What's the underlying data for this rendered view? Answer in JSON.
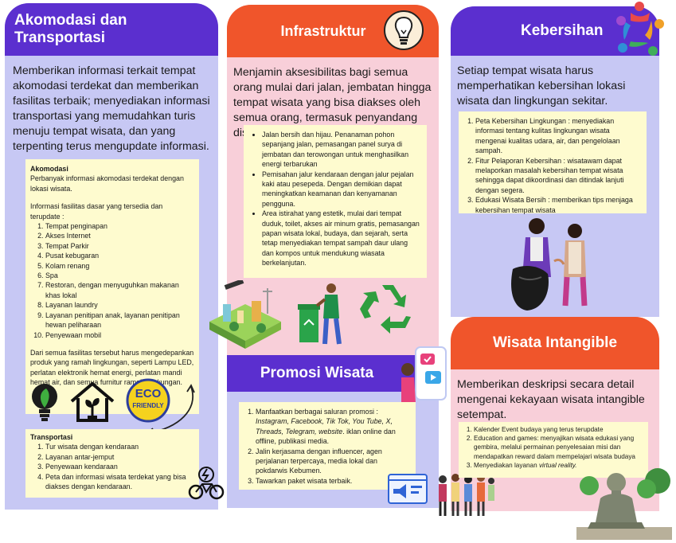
{
  "akomodasi": {
    "title": "Akomodasi dan Transportasi",
    "lead": "Memberikan informasi terkait tempat akomodasi terdekat dan memberikan fasilitas terbaik; menyediakan informasi transportasi yang memudahkan turis menuju tempat wisata,  dan yang terpenting terus mengupdate informasi.",
    "card_title": "Akomodasi",
    "card_intro": "Perbanyak informasi akomodasi terdekat dengan lokasi wisata.",
    "facilities_intro": "Informasi fasilitas dasar yang tersedia dan terupdate :",
    "facilities": [
      "Tempat penginapan",
      "Akses Internet",
      "Tempat Parkir",
      "Pusat kebugaran",
      "Kolam renang",
      "Spa",
      "Restoran, dengan menyuguhkan makanan khas lokal",
      "Layanan laundry",
      "Layanan penitipan anak, layanan penitipan hewan peliharaan",
      "Penyewaan mobil"
    ],
    "closing": "Dari semua fasilitas tersebut harus mengedepankan produk yang ramah lingkungan, seperti Lampu LED, perlatan elektronik hemat energi, perlatan mandi hemat air, dan semua furnitur ramah lingkungan.",
    "eco_badge_line1": "ECO",
    "eco_badge_line2": "FRIENDLY",
    "transport_title": "Transportasi",
    "transport": [
      "Tur wisata dengan kendaraan",
      "Layanan antar-jemput",
      "Penyewaan kendaraan",
      "Peta dan informasi wisata terdekat yang bisa diakses dengan kendaraan."
    ]
  },
  "infrastruktur": {
    "title": "Infrastruktur",
    "lead": "Menjamin aksesibilitas bagi semua orang mulai dari jalan, jembatan hingga tempat wisata yang bisa diakses oleh semua orang, termasuk penyandang disabilitas.",
    "items": [
      "Jalan bersih dan hijau. Penanaman pohon sepanjang jalan, pemasangan panel surya di jembatan dan terowongan untuk menghasilkan energi terbarukan",
      "Pemisahan jalur kendaraan dengan jalur pejalan kaki atau pesepeda. Dengan demikian dapat meningkatkan keamanan dan kenyamanan pengguna.",
      "Area istirahat yang estetik, mulai dari tempat duduk, toilet, akses air minum gratis, pemasangan papan wisata lokal, budaya, dan sejarah, serta tetap menyediakan tempat sampah daur ulang dan kompos untuk mendukung wiasata berkelanjutan."
    ]
  },
  "kebersihan": {
    "title": "Kebersihan",
    "lead": "Setiap tempat wisata harus memperhatikan kebersihan lokasi wisata dan lingkungan sekitar.",
    "items": [
      "Peta Kebersihan Lingkungan : menyediakan informasi tentang kulitas lingkungan wisata mengenai kualitas udara, air, dan pengelolaan sampah.",
      "Fitur Pelaporan Kebersihan : wisatawam dapat melaporkan masalah kebersihan tempat wisata sehingga dapat dikoordinasi dan ditindak lanjuti dengan segera.",
      "Edukasi Wisata Bersih : memberikan tips menjaga kebersihan tempat wisata"
    ]
  },
  "promosi": {
    "title": "Promosi Wisata",
    "item1_intro": "Manfaatkan berbagai saluran promosi : ",
    "item1_channels": "Instagram, Facebook, Tik Tok, You Tube, X, Threads, Telegram, website",
    "item1_rest": ". iklan online dan offline, publikasi media.",
    "item2": "Jalin kerjasama dengan influencer, agen perjalanan terpercaya, media lokal dan pokdarwis Kebumen.",
    "item3": "Tawarkan paket wisata terbaik."
  },
  "intangible": {
    "title": "Wisata Intangible",
    "lead": "Memberikan deskripsi secara detail mengenai kekayaan wisata intangible setempat.",
    "item1": "Kalender Event budaya yang terus terupdate",
    "item2": "Education and games: menyajikan wisata edukasi yang gembira, melalui permainan penyelesaian misi dan mendapatkan reward dalam mempelajari wisata budaya",
    "item3_intro": "Menyediakan layanan ",
    "item3_em": "virtual reality."
  },
  "colors": {
    "purple": "#5b2fcf",
    "orange": "#f0552b",
    "lavender": "#c7c8f4",
    "pink": "#f8cfd9",
    "note": "#fefbcf"
  }
}
